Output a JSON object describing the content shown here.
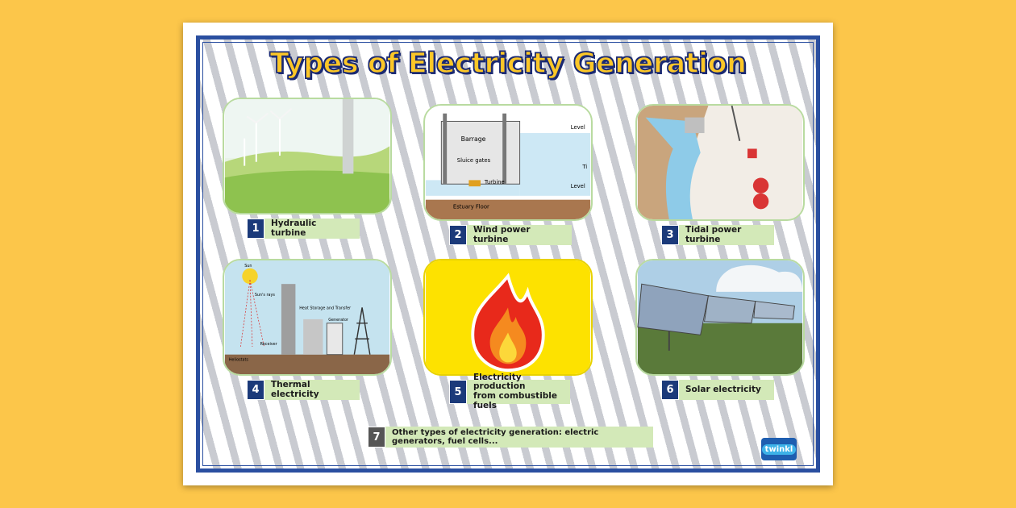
{
  "title": "Types of Electricity Generation",
  "cards": [
    {
      "number": "1",
      "label": "Hydraulic turbine",
      "image": "wind-farm-illustration"
    },
    {
      "number": "2",
      "label": "Wind power turbine",
      "image": "tidal-barrage-diagram",
      "diagram_labels": [
        "Barrage",
        "Sluice gates",
        "Turbine",
        "Estuary Floor",
        "Level",
        "Ti",
        "Level"
      ]
    },
    {
      "number": "3",
      "label": "Tidal power turbine",
      "image": "hydroelectric-dam-illustration"
    },
    {
      "number": "4",
      "label": "Thermal electricity",
      "image": "solar-thermal-plant-diagram",
      "diagram_labels": [
        "Sun",
        "Sun's rays",
        "Heat Storage and Transfer",
        "Generator",
        "Receiver",
        "Heliostats"
      ]
    },
    {
      "number": "5",
      "label_line1": "Electricity production",
      "label_line2": "from combustible fuels",
      "image": "flame-icon"
    },
    {
      "number": "6",
      "label": "Solar electricity",
      "image": "solar-panels-field"
    }
  ],
  "footer_item": {
    "number": "7",
    "label": "Other types of electricity generation: electric generators, fuel cells..."
  },
  "logo": "twinkl",
  "colors": {
    "background": "#fcc64a",
    "border": "#2a4fa0",
    "title": "#fcc727",
    "number_box": "#1b3a7a",
    "caption": "#d3e9b8"
  }
}
